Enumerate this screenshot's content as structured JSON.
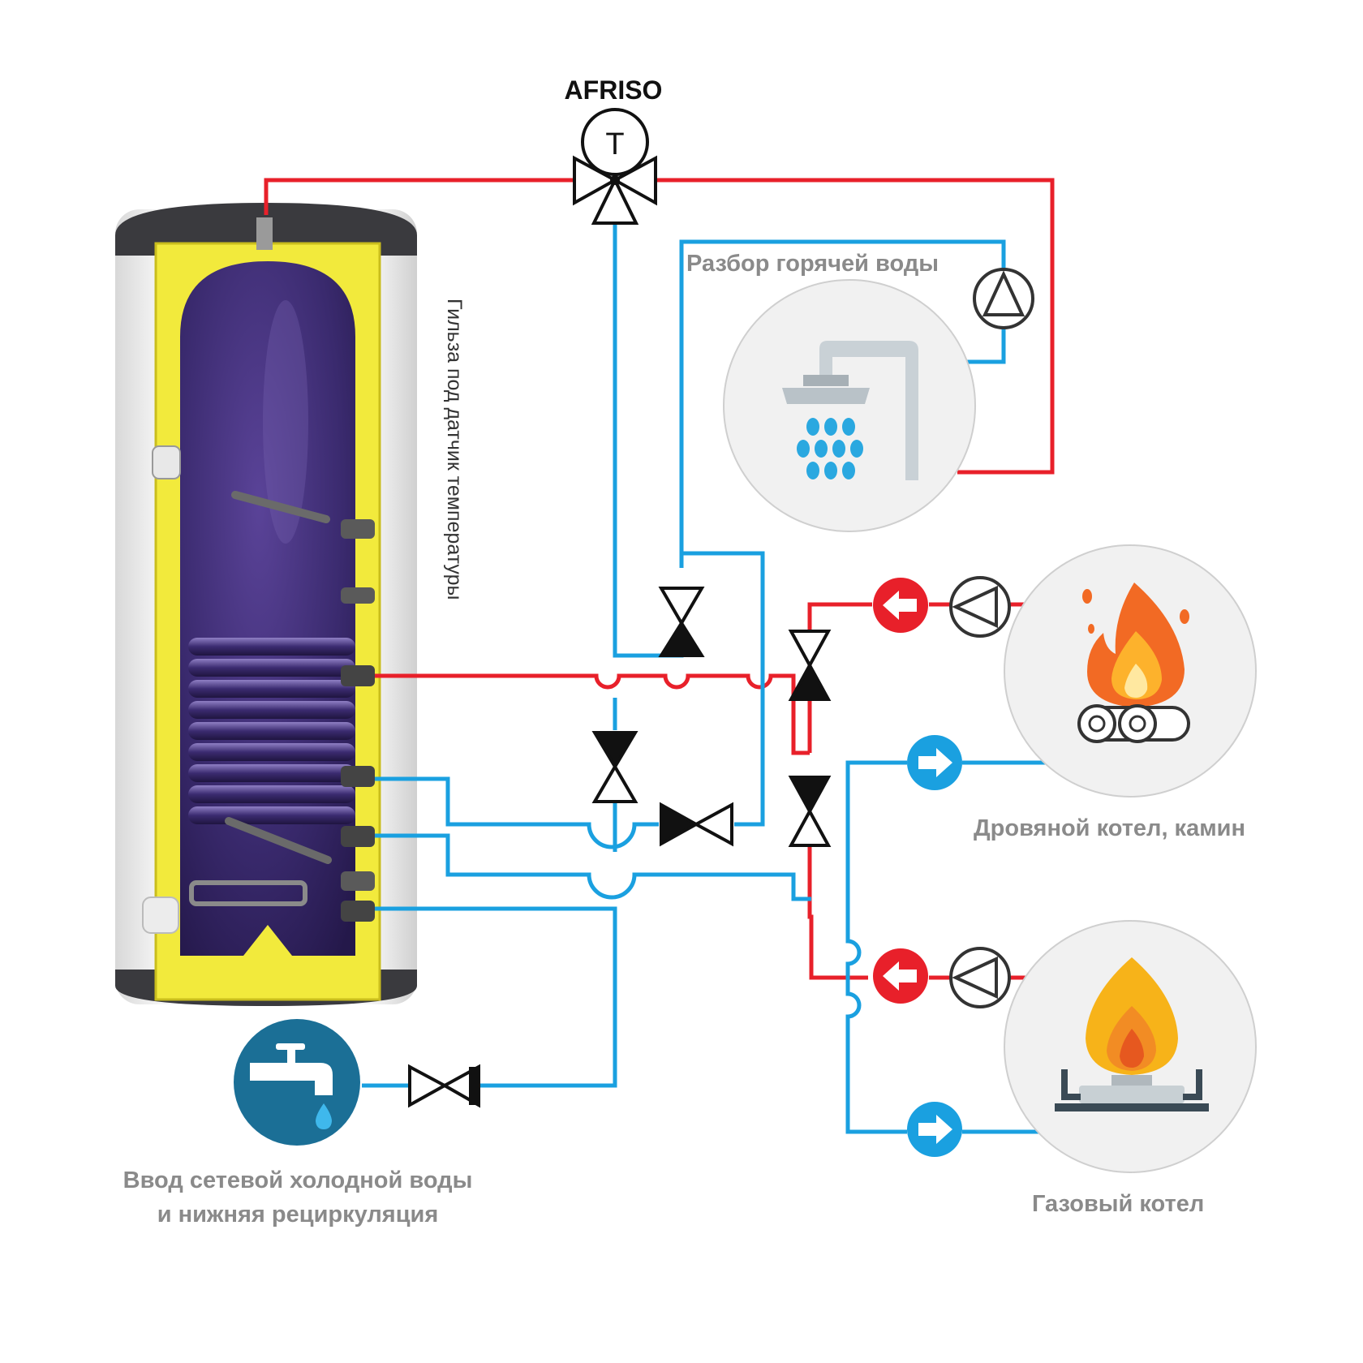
{
  "labels": {
    "valve_brand": "AFRISO",
    "valve_symbol": "T",
    "hot_water_draw": "Разбор горячей воды",
    "sensor_sleeve": "Гильза под датчик температуры",
    "wood_boiler": "Дровяной котел, камин",
    "gas_boiler": "Газовый котел",
    "cold_inlet_line1": "Ввод  сетевой холодной воды",
    "cold_inlet_line2": "и нижняя рециркуляция"
  },
  "colors": {
    "hot_pipe": "#e8202a",
    "cold_pipe": "#1aa0e0",
    "tank_insulation": "#f2ea3c",
    "tank_inner": "#3c2a70",
    "label_gray": "#8a8a8a",
    "icon_circle": "#f1f1f1",
    "cold_tap_circle": "#1b6f96"
  },
  "icons": [
    "shower-icon",
    "fire-wood-icon",
    "gas-burner-icon",
    "water-tap-icon",
    "pump-icon",
    "ball-valve-icon",
    "three-way-valve-icon",
    "flow-arrow-icon"
  ]
}
